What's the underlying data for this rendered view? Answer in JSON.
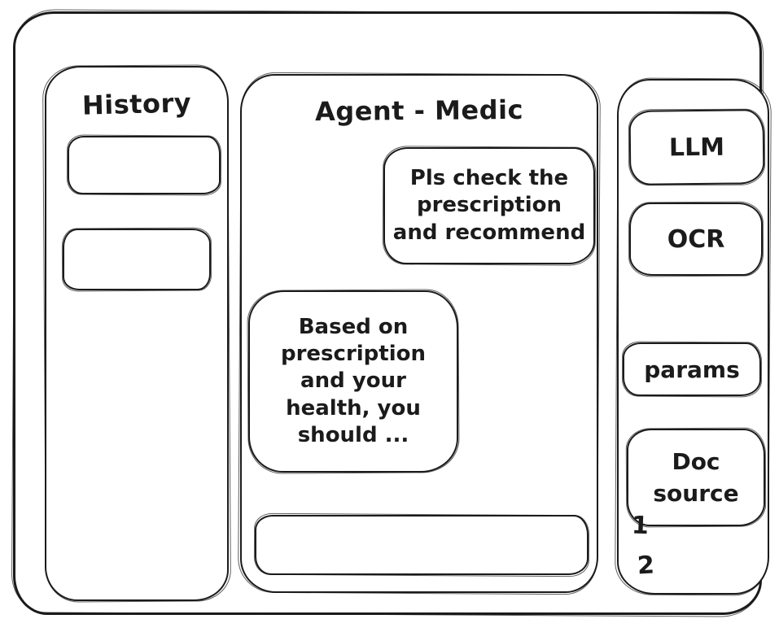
{
  "style": {
    "ink": "#1b1b1b",
    "background": "#ffffff"
  },
  "history": {
    "title": "History",
    "items": [
      {
        "label": ""
      },
      {
        "label": ""
      }
    ]
  },
  "chat": {
    "title": "Agent - Medic",
    "messages": [
      {
        "role": "user",
        "text": "Pls check the\nprescription\nand recommend"
      },
      {
        "role": "agent",
        "text": "Based on\nprescription\nand your\nhealth, you\nshould ..."
      }
    ],
    "input": {
      "value": "",
      "placeholder": ""
    }
  },
  "tools": {
    "buttons": [
      {
        "id": "llm",
        "label": "LLM"
      },
      {
        "id": "ocr",
        "label": "OCR"
      },
      {
        "id": "params",
        "label": "params"
      },
      {
        "id": "doc-source",
        "label": "Doc\nsource"
      }
    ],
    "doc_sources": [
      "1",
      "2"
    ]
  }
}
